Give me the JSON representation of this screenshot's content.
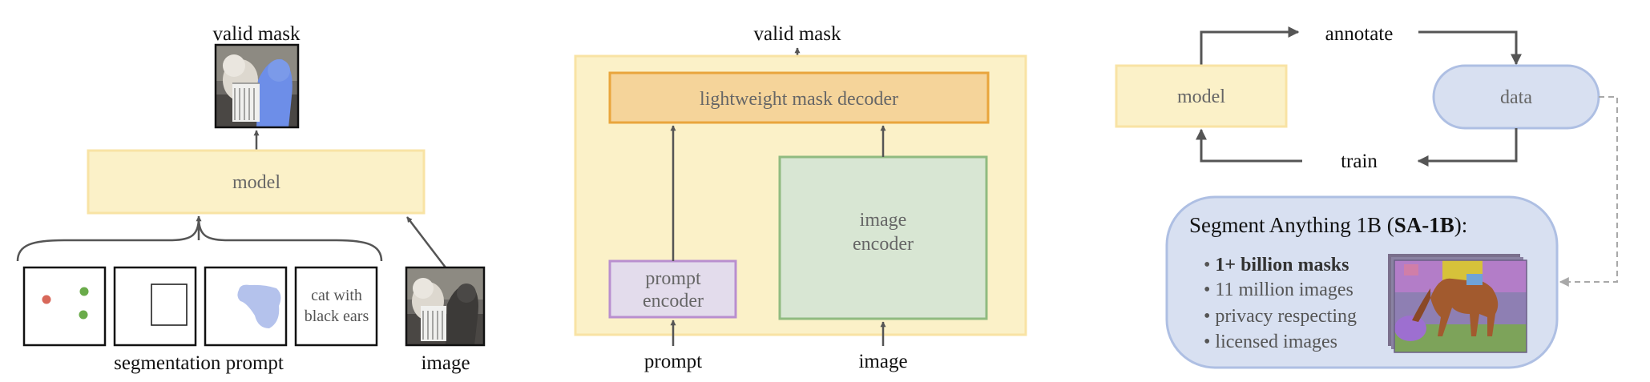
{
  "panel_a": {
    "output_label": "valid mask",
    "model_label": "model",
    "prompt_text_box": [
      "cat with",
      "black ears"
    ],
    "prompts_caption": "segmentation prompt",
    "image_caption": "image"
  },
  "panel_b": {
    "output_label": "valid mask",
    "decoder_label": "lightweight mask decoder",
    "prompt_encoder_label": [
      "prompt",
      "encoder"
    ],
    "image_encoder_label": [
      "image",
      "encoder"
    ],
    "prompt_input_label": "prompt",
    "image_input_label": "image"
  },
  "panel_c": {
    "annotate_label": "annotate",
    "model_label": "model",
    "data_label": "data",
    "train_label": "train",
    "dataset_title_prefix": "Segment Anything 1B (",
    "dataset_title_bold": "SA-1B",
    "dataset_title_suffix": "):",
    "bullets": [
      {
        "text": "1+ billion masks",
        "bold": true
      },
      {
        "text": "11 million images",
        "bold": false
      },
      {
        "text": "privacy respecting",
        "bold": false
      },
      {
        "text": "licensed images",
        "bold": false
      }
    ]
  },
  "colors": {
    "yellow_fill": "#fbf1c8",
    "yellow_stroke": "#f8e3a4",
    "orange_fill": "#f5d49a",
    "orange_stroke": "#e9a53c",
    "green_fill": "#d8e6d3",
    "green_stroke": "#90bb80",
    "purple_fill": "#e3dcec",
    "purple_stroke": "#b98fcf",
    "blue_fill": "#d8e0f1",
    "blue_stroke": "#aebfe3",
    "arrow": "#555555",
    "text": "#666666"
  }
}
